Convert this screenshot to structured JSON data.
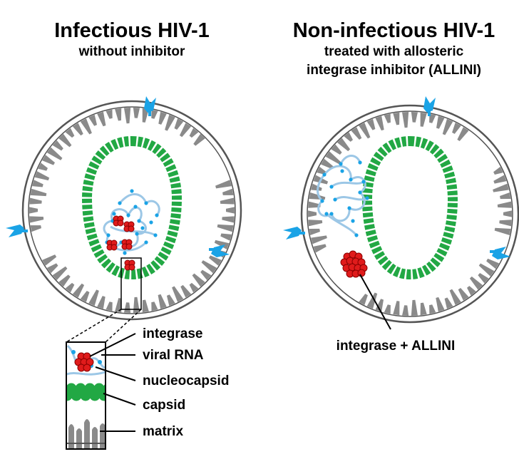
{
  "left_panel": {
    "title": "Infectious HIV-1",
    "subtitle": "without inhibitor"
  },
  "right_panel": {
    "title": "Non-infectious HIV-1",
    "subtitle_line1": "treated with allosteric",
    "subtitle_line2": "integrase inhibitor  (ALLINI)",
    "callout_label": "integrase + ALLINI"
  },
  "inset_labels": {
    "integrase": "integrase",
    "viral_rna": "viral RNA",
    "nucleocapsid": "nucleocapsid",
    "capsid": "capsid",
    "matrix": "matrix"
  },
  "colors": {
    "capsid": "#22a844",
    "rna": "#6fb3e0",
    "integrase": "#e01b1b",
    "matrix": "#8a8a8a",
    "envelope_spike": "#1aa3e6",
    "membrane": "#555555"
  }
}
